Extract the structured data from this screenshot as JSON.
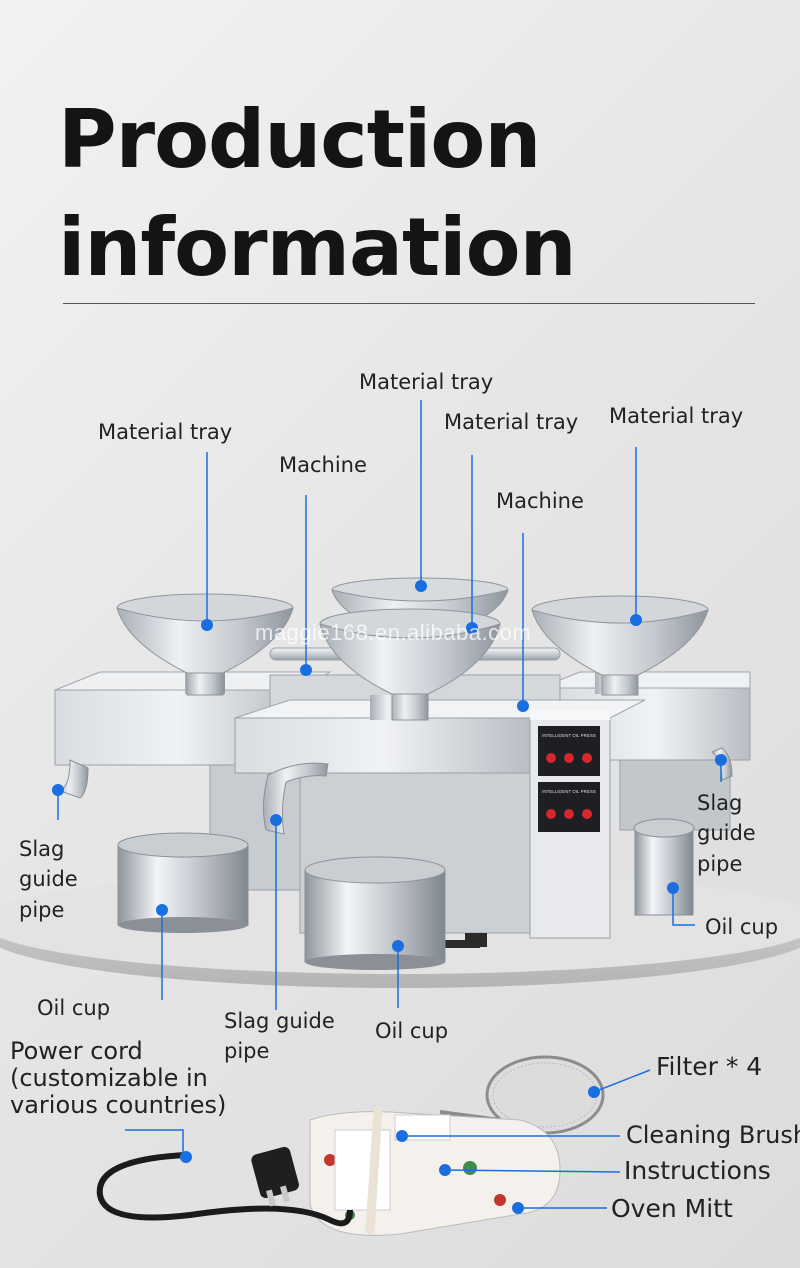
{
  "header": {
    "title_line1": "Production",
    "title_line2": "information"
  },
  "watermark": "maggie168.en.alibaba.com",
  "panel": {
    "brand": "INTELLIGENT OIL PRESS"
  },
  "labels": {
    "material_tray_left": "Material tray",
    "material_tray_top": "Material tray",
    "material_tray_center": "Material tray",
    "material_tray_right": "Material tray",
    "machine_left": "Machine",
    "machine_right": "Machine",
    "slag_guide_pipe_left": "Slag guide pipe",
    "slag_guide_pipe_right": "Slag guide pipe",
    "slag_guide_pipe_center": "Slag guide pipe",
    "oil_cup_left": "Oil cup",
    "oil_cup_center": "Oil cup",
    "oil_cup_right": "Oil cup",
    "power_cord": "Power cord (customizable in various countries)",
    "filter": "Filter * 4",
    "cleaning_brush": "Cleaning Brush",
    "instructions": "Instructions",
    "oven_mitt": "Oven Mitt"
  },
  "colors": {
    "callout_dot": "#1a6fe0",
    "callout_line": "#1a6fe0",
    "title_text": "#141414",
    "steel_light": "#e8ebee",
    "steel_dark": "#8a9098"
  }
}
